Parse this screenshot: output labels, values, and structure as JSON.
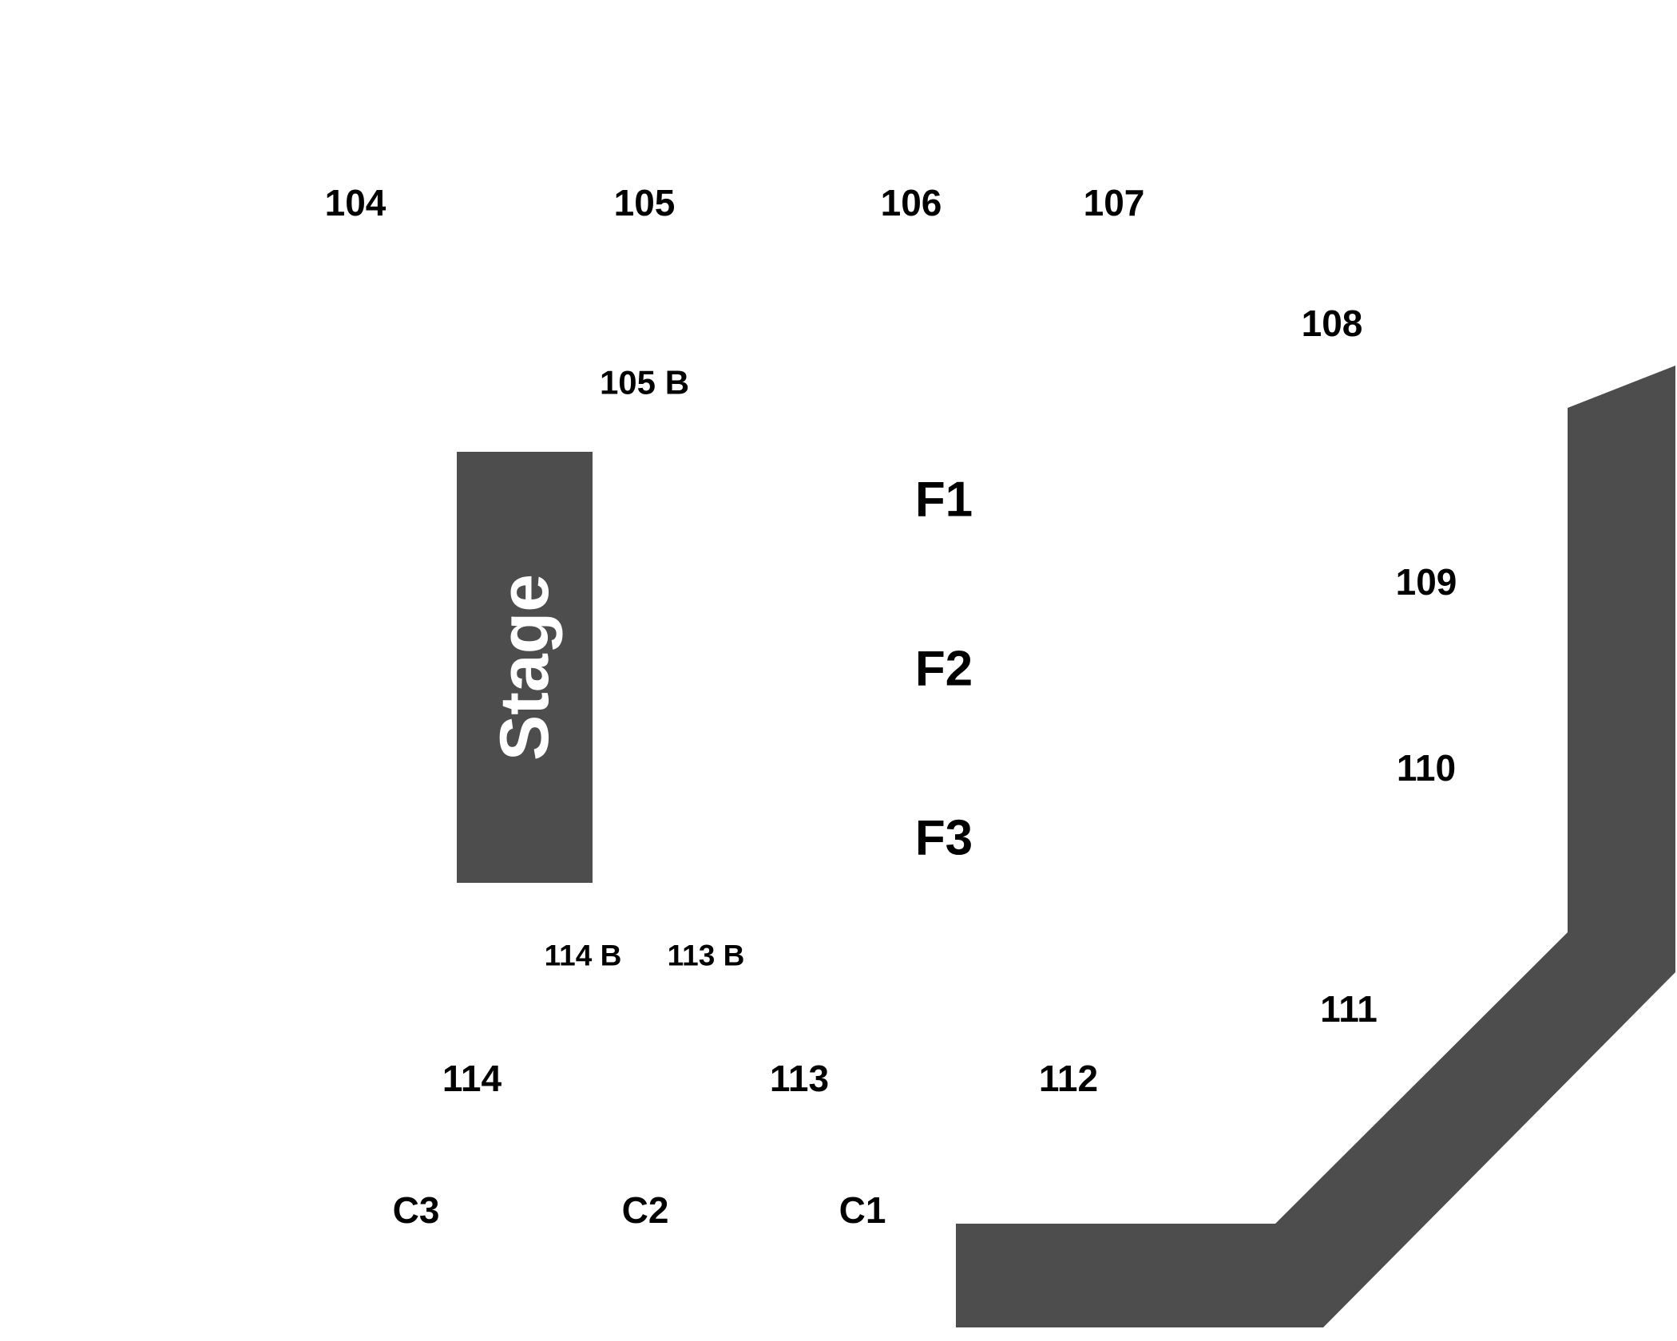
{
  "colors": {
    "background": "#ffffff",
    "structure": "#4d4d4d",
    "label": "#000000",
    "stage_text": "#ffffff"
  },
  "stage": {
    "label": "Stage"
  },
  "sections": {
    "s104": "104",
    "s105": "105",
    "s106": "106",
    "s107": "107",
    "s108": "108",
    "s105b": "105 B",
    "s109": "109",
    "s110": "110",
    "s111": "111",
    "s112": "112",
    "s113": "113",
    "s114": "114",
    "s113b": "113 B",
    "s114b": "114 B"
  },
  "floor": {
    "f1": "F1",
    "f2": "F2",
    "f3": "F3"
  },
  "club": {
    "c1": "C1",
    "c2": "C2",
    "c3": "C3"
  }
}
